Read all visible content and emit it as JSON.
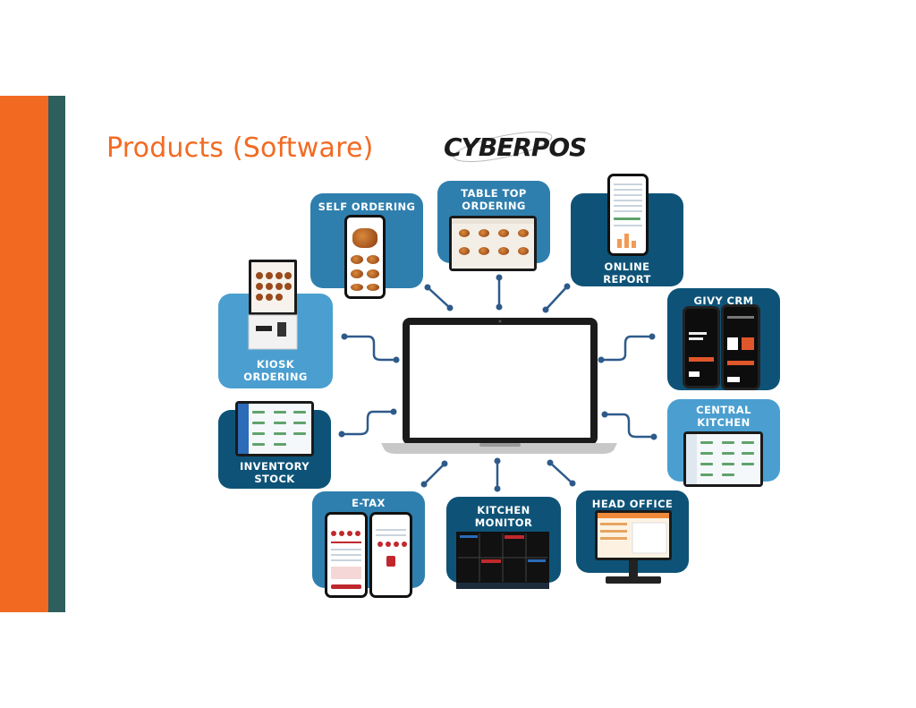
{
  "title": "Products (Software)",
  "logo": "CYBERPOS",
  "colors": {
    "accent": "#f26a22",
    "teal_bar": "#2e5f5e",
    "card_mid": "#2f7fae",
    "card_dark": "#0e5377",
    "card_light": "#4a9fd0",
    "connector": "#2e5a8a"
  },
  "center_device": "laptop",
  "modules": [
    {
      "id": "self-ordering",
      "label": "SELF ORDERING",
      "icon": "phone-menu-icon"
    },
    {
      "id": "table-top-ordering",
      "label": "TABLE TOP\nORDERING",
      "icon": "tablet-menu-icon"
    },
    {
      "id": "online-report",
      "label": "ONLINE\nREPORT",
      "icon": "phone-report-icon"
    },
    {
      "id": "givy-crm",
      "label": "GIVY CRM",
      "icon": "phones-crm-icon"
    },
    {
      "id": "central-kitchen",
      "label": "CENTRAL\nKITCHEN",
      "icon": "tablet-list-icon"
    },
    {
      "id": "head-office",
      "label": "HEAD OFFICE",
      "icon": "monitor-pos-icon"
    },
    {
      "id": "kitchen-monitor",
      "label": "KITCHEN\nMONITOR",
      "icon": "kitchen-display-icon"
    },
    {
      "id": "e-tax",
      "label": "E-TAX",
      "icon": "phones-receipt-icon"
    },
    {
      "id": "inventory-stock",
      "label": "INVENTORY\nSTOCK",
      "icon": "tablet-inventory-icon"
    },
    {
      "id": "kiosk-ordering",
      "label": "KIOSK\nORDERING",
      "icon": "kiosk-icon"
    }
  ]
}
